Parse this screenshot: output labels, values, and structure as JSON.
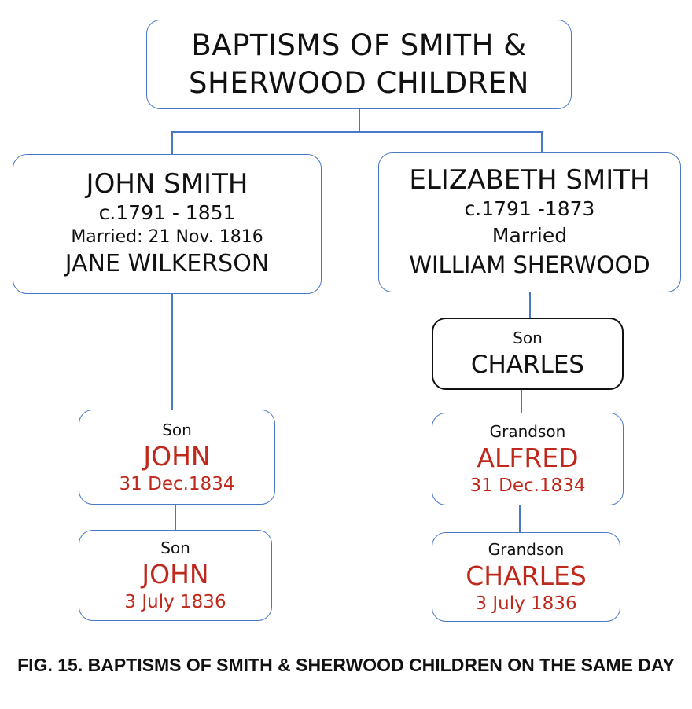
{
  "title": {
    "line1": "BAPTISMS OF SMITH &",
    "line2": "SHERWOOD CHILDREN"
  },
  "left_parent": {
    "name": "JOHN SMITH",
    "dates": "c.1791 - 1851",
    "married": "Married: 21 Nov. 1816",
    "spouse": "JANE WILKERSON"
  },
  "right_parent": {
    "name": "ELIZABETH SMITH",
    "dates": "c.1791 -1873",
    "married": "Married",
    "spouse": "WILLIAM SHERWOOD"
  },
  "charles_son": {
    "relation": "Son",
    "name": "CHARLES"
  },
  "left_child1": {
    "relation": "Son",
    "name": "JOHN",
    "date": "31 Dec.1834"
  },
  "left_child2": {
    "relation": "Son",
    "name": "JOHN",
    "date": "3 July 1836"
  },
  "right_child1": {
    "relation": "Grandson",
    "name": "ALFRED",
    "date": "31 Dec.1834"
  },
  "right_child2": {
    "relation": "Grandson",
    "name": "CHARLES",
    "date": "3 July 1836"
  },
  "caption": "FIG. 15. BAPTISMS OF SMITH & SHERWOOD CHILDREN ON THE SAME DAY",
  "colors": {
    "connector": "#4a78c9",
    "highlight": "#c0281c",
    "text": "#111111"
  }
}
